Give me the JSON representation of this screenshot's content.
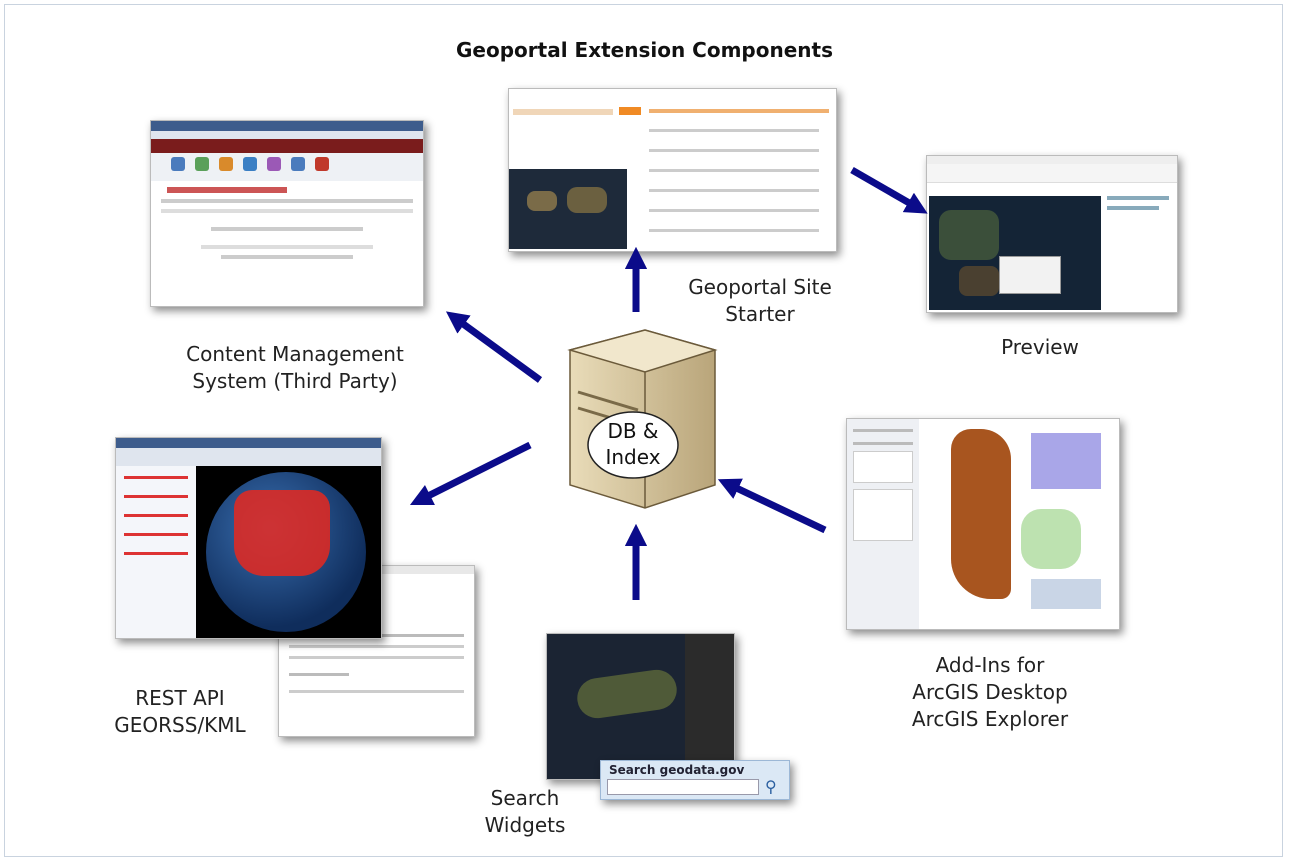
{
  "diagram": {
    "title": "Geoportal Extension Components",
    "hub": {
      "label_line1": "DB &",
      "label_line2": "Index"
    },
    "nodes": [
      {
        "id": "cms",
        "caption": "Content Management\nSystem (Third Party)"
      },
      {
        "id": "site_starter",
        "caption": "Geoportal Site\nStarter"
      },
      {
        "id": "preview",
        "caption": "Preview"
      },
      {
        "id": "rest_api",
        "caption": "REST API\nGEORSS/KML"
      },
      {
        "id": "search_widgets",
        "caption": "Search\nWidgets",
        "widget_label": "Search geodata.gov"
      },
      {
        "id": "addins",
        "caption": "Add-Ins for\nArcGIS Desktop\nArcGIS Explorer"
      }
    ],
    "colors": {
      "arrow": "#0b0b8a",
      "border": "#c9d3df",
      "server_body": "#d9c9a3"
    }
  }
}
